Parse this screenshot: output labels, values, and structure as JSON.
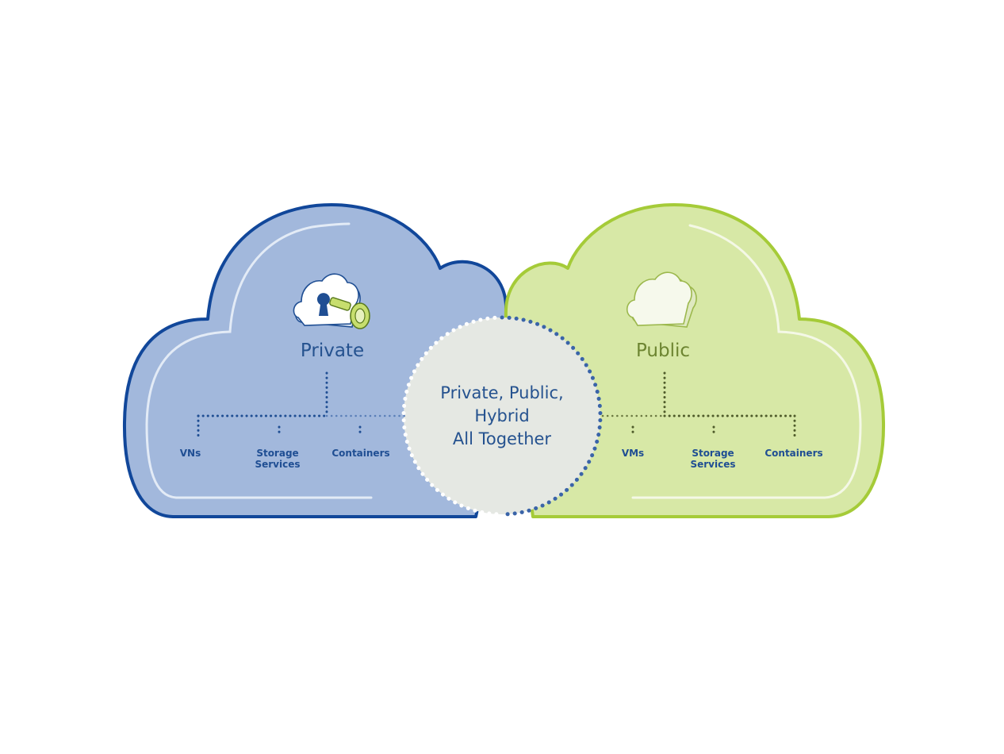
{
  "colors": {
    "private_fill": "#a2b8dc",
    "private_stroke": "#11479a",
    "public_fill": "#d7e8a6",
    "public_stroke": "#a5cb38",
    "center_fill": "#e5e8e3",
    "private_text": "#25528f",
    "public_text": "#6d8531"
  },
  "private": {
    "title": "Private",
    "icon": "cloud-key-icon",
    "leaves": [
      {
        "label_lines": [
          "VNs"
        ]
      },
      {
        "label_lines": [
          "Storage",
          "Services"
        ]
      },
      {
        "label_lines": [
          "Containers"
        ]
      }
    ]
  },
  "public": {
    "title": "Public",
    "icon": "cloud-icon",
    "leaves": [
      {
        "label_lines": [
          "VMs"
        ]
      },
      {
        "label_lines": [
          "Storage",
          "Services"
        ]
      },
      {
        "label_lines": [
          "Containers"
        ]
      }
    ]
  },
  "center": {
    "lines": [
      "Private, Public,",
      "Hybrid",
      "All Together"
    ]
  }
}
